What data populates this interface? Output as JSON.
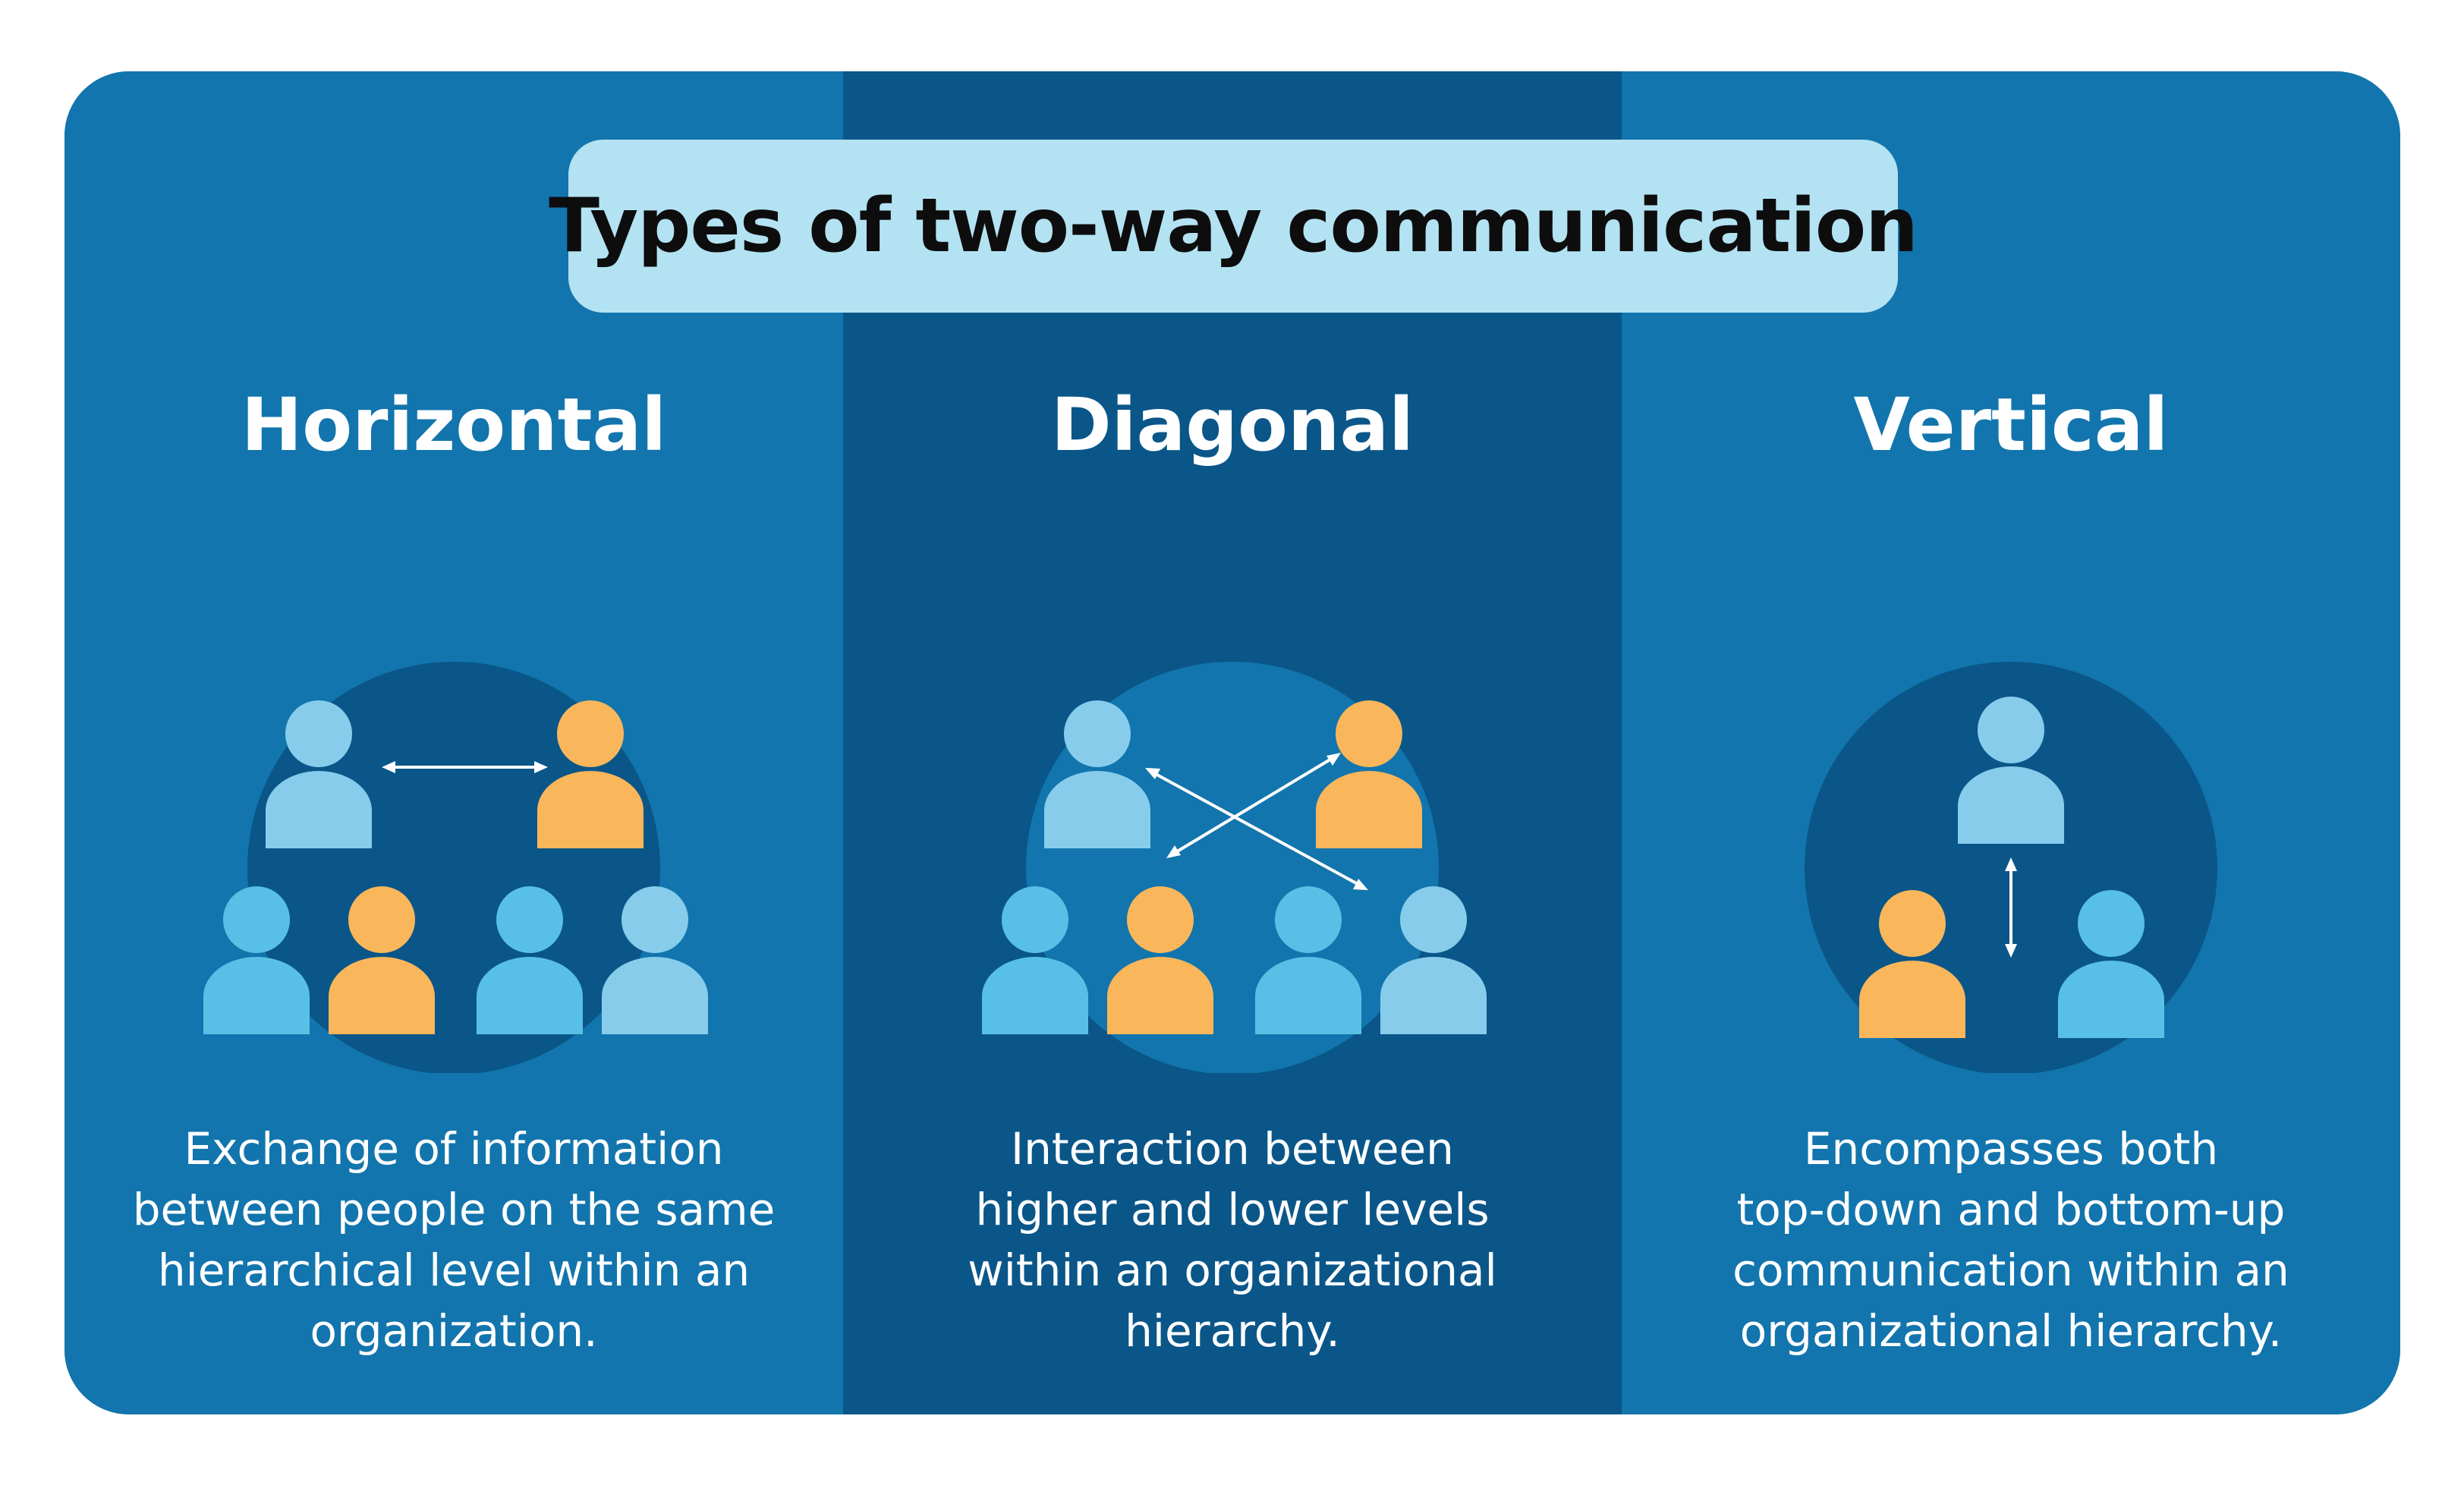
{
  "title": "Types of two-way communication",
  "columns": [
    {
      "heading": "Horizontal",
      "description": "Exchange of information\nbetween people on the same\nhierarchical level within an\norganization."
    },
    {
      "heading": "Diagonal",
      "description": "Interaction between\nhigher and lower levels\nwithin an organizational\nhierarchy."
    },
    {
      "heading": "Vertical",
      "description": "Encompasses both\ntop-down and bottom-up\ncommunication within an\norganizational hierarchy."
    }
  ],
  "colors": {
    "background": "#1275ad",
    "center_band": "#0a5689",
    "title_box": "#b3e2f3",
    "person_light_blue": "#87cdeb",
    "person_cyan": "#58c0e6",
    "person_orange": "#f9b65a",
    "arrow": "#ffffff"
  }
}
